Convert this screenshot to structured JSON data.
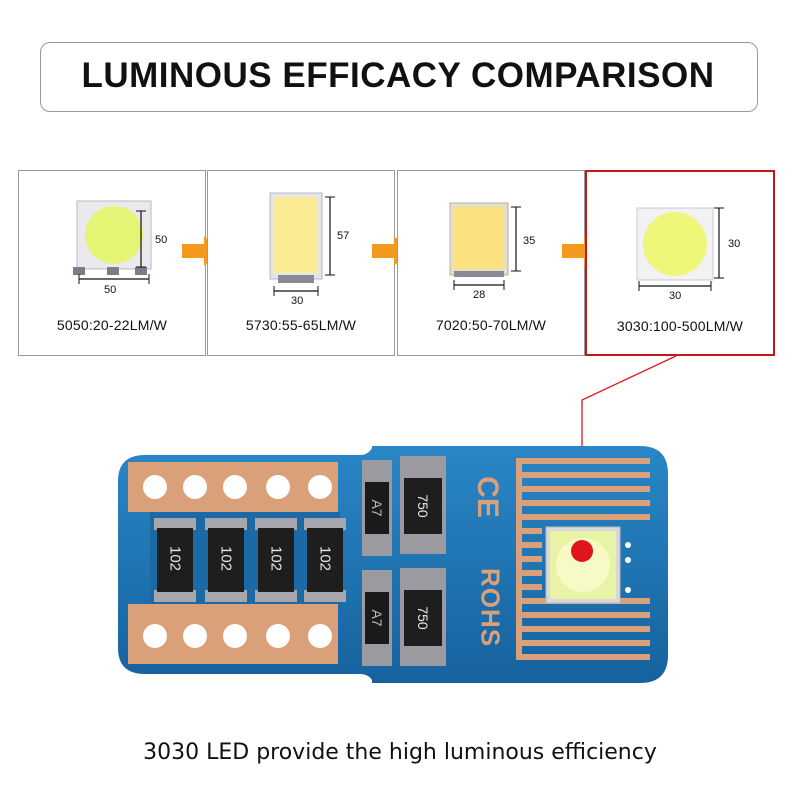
{
  "title": "LUMINOUS EFFICACY COMPARISON",
  "panels": [
    {
      "label": "5050:20-22LM/W",
      "width_dim": "50",
      "height_dim": "50"
    },
    {
      "label": "5730:55-65LM/W",
      "width_dim": "30",
      "height_dim": "57"
    },
    {
      "label": "7020:50-70LM/W",
      "width_dim": "28",
      "height_dim": "35"
    },
    {
      "label": "3030:100-500LM/W",
      "width_dim": "30",
      "height_dim": "30"
    }
  ],
  "pcb": {
    "resistor_code": "102",
    "resistor_code_2": "750",
    "diode_code": "A7",
    "ce_mark": "CE",
    "rohs_mark": "ROHS"
  },
  "caption": "3030 LED provide the high luminous efficiency",
  "colors": {
    "arrow": "#f39a1e",
    "highlight_border": "#c4161c",
    "pcb_blue": "#1f77b8",
    "copper": "#d9a07a",
    "red_dot": "#e0141d"
  }
}
